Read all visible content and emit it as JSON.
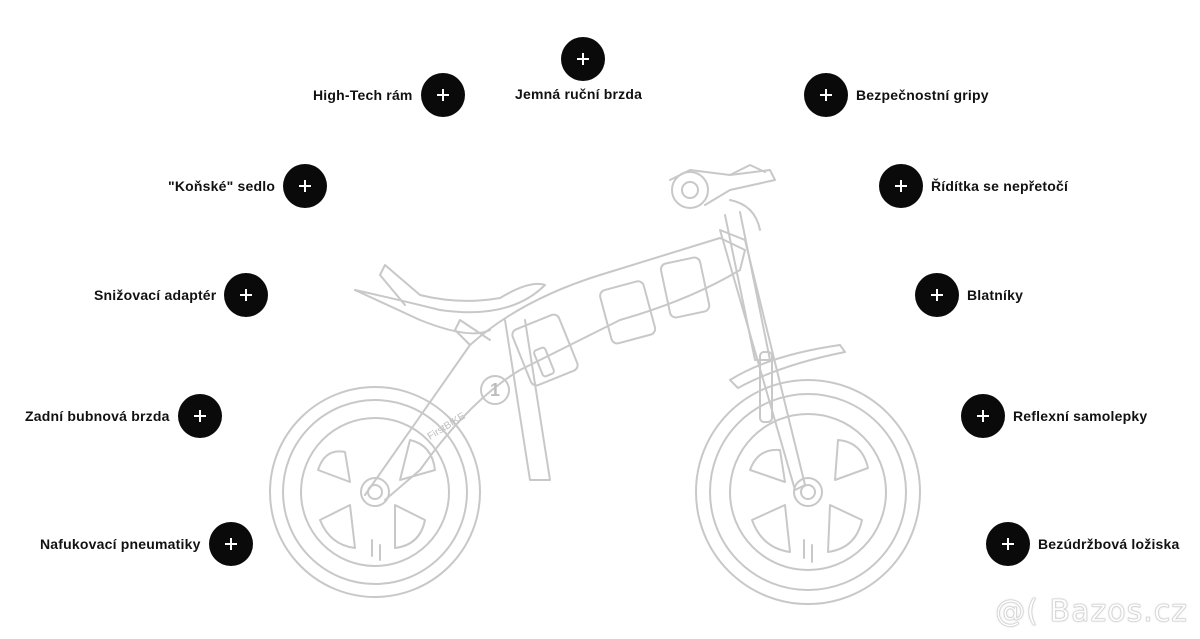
{
  "features": [
    {
      "id": "high-tech-ram",
      "label": "High-Tech rám"
    },
    {
      "id": "jemna-rucni-brzda",
      "label": "Jemná ruční brzda"
    },
    {
      "id": "bezpecnostni-gripy",
      "label": "Bezpečnostní gripy"
    },
    {
      "id": "konske-sedlo",
      "label": "\"Koňské\" sedlo"
    },
    {
      "id": "riditka",
      "label": "Řídítka se nepřetočí"
    },
    {
      "id": "snizovaci-adapter",
      "label": "Snižovací adaptér"
    },
    {
      "id": "blatniky",
      "label": "Blatníky"
    },
    {
      "id": "zadni-bubnova-brzda",
      "label": "Zadní bubnová brzda"
    },
    {
      "id": "reflexni-samolepky",
      "label": "Reflexní samolepky"
    },
    {
      "id": "nafukovaci-pneumatiky",
      "label": "Nafukovací pneumatiky"
    },
    {
      "id": "bezudrzbova-loziska",
      "label": "Bezúdržbová ložiska"
    }
  ],
  "bike": {
    "brand_text": "FirstBIKE",
    "number": "1"
  },
  "watermark": "@( Bazos.cz",
  "icons": {
    "hotspot": "plus-icon"
  },
  "colors": {
    "hotspot_bg": "#0a0a0a",
    "line": "#c8c8c8"
  }
}
